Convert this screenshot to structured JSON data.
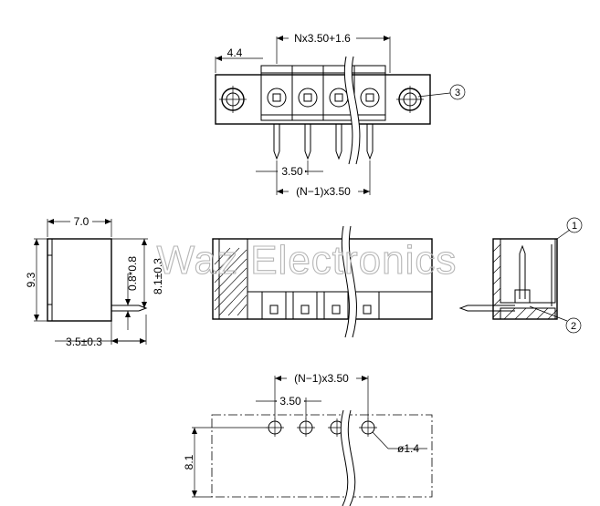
{
  "watermark": "Waz Electronics",
  "top_view": {
    "dim_total": "Nx3.50+1.6",
    "dim_edge": "4.4",
    "dim_pitch": "3.50",
    "dim_span": "(N−1)x3.50",
    "callout": "3"
  },
  "side_view": {
    "dim_depth": "7.0",
    "dim_height": "9.3",
    "dim_pin": "0.8*0.8",
    "dim_pin_height": "8.1±0.3",
    "dim_pin_length": "3.5±0.3"
  },
  "section_view": {
    "callout_1": "1",
    "callout_2": "2"
  },
  "footprint": {
    "dim_span": "(N−1)x3.50",
    "dim_pitch": "3.50",
    "dim_hole": "ø1.4",
    "dim_height": "8.1"
  }
}
